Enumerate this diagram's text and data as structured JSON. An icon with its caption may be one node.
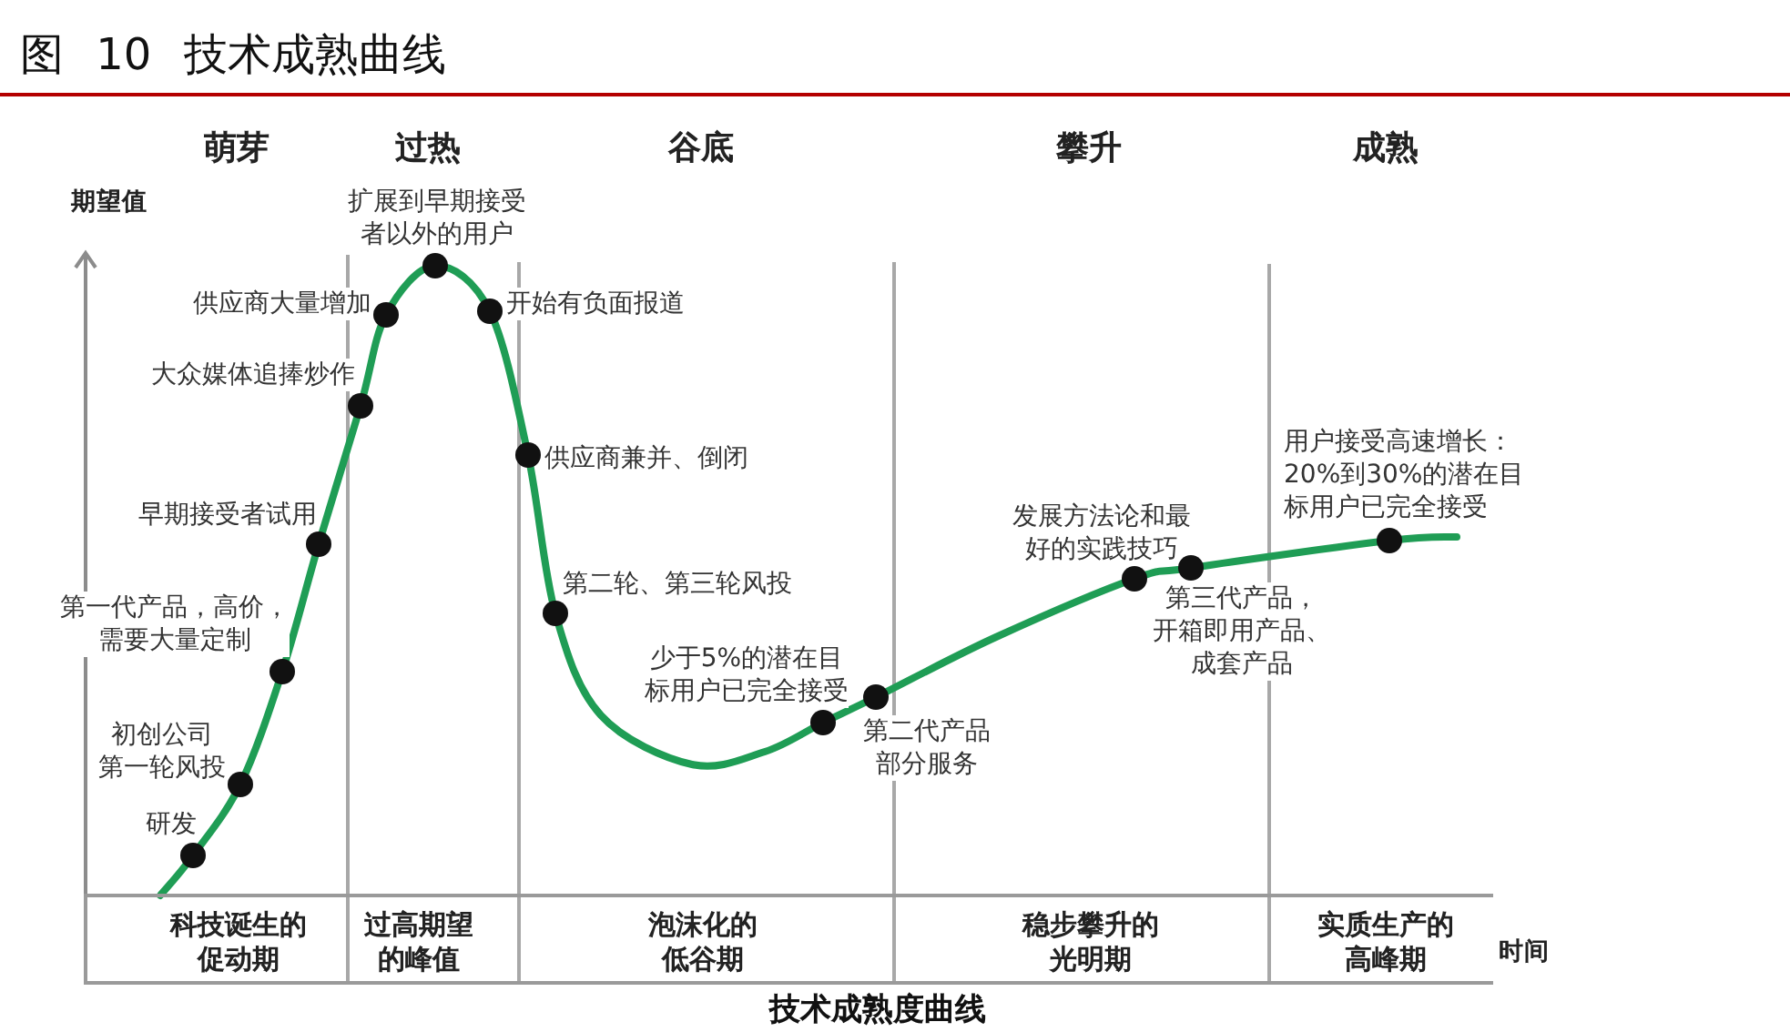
{
  "diagram": {
    "title": "图 10 技术成熟曲线",
    "caption": "技术成熟度曲线",
    "nodes": [
      {
        "text": [],
        "shape": "circle",
        "beside": [
          "研发"
        ]
      },
      {
        "text": [],
        "shape": "circle",
        "beside": [
          "初创公司第一轮风投"
        ]
      },
      {
        "text": [],
        "shape": "circle",
        "beside": [
          "第一代产品，高价，需要大量定制"
        ]
      },
      {
        "text": [],
        "shape": "circle",
        "beside": [
          "早期接受者试用"
        ]
      },
      {
        "text": [],
        "shape": "circle",
        "beside": [
          "大众媒体追捧炒作"
        ]
      },
      {
        "text": [],
        "shape": "circle",
        "beside": [
          "供应商大量增加"
        ]
      },
      {
        "text": [],
        "shape": "circle",
        "beside": [
          "扩展到早期接受者以外的用户"
        ]
      },
      {
        "text": [],
        "shape": "circle",
        "beside": [
          "开始有负面报道"
        ]
      },
      {
        "text": [],
        "shape": "circle",
        "beside": [
          "供应商兼并、倒闭"
        ]
      },
      {
        "text": [],
        "shape": "circle",
        "beside": [
          "第二轮、第三轮风投"
        ]
      },
      {
        "text": [],
        "shape": "circle",
        "beside": [
          "少于5%的潜在目标用户已完全接受"
        ]
      },
      {
        "text": [],
        "shape": "circle",
        "beside": [
          "第二代产品部分服务"
        ]
      },
      {
        "text": [],
        "shape": "circle",
        "beside": [
          "发展方法论和最好的实践技巧"
        ]
      },
      {
        "text": [],
        "shape": "circle",
        "beside": [
          "第三代产品，开箱即用产品、成套产品"
        ]
      },
      {
        "text": [],
        "shape": "circle",
        "beside": [
          "用户接受高速增长：20%到30%的潜在目标用户已完全接受"
        ]
      }
    ],
    "labels": [
      "萌芽",
      "过热",
      "谷底",
      "攀升",
      "成熟",
      "期望值",
      "科技诞生的促动期",
      "过高期望的峰值",
      "泡沫化的低谷期",
      "稳步攀升的光明期",
      "实质生产的高峰期",
      "时间"
    ]
  }
}
